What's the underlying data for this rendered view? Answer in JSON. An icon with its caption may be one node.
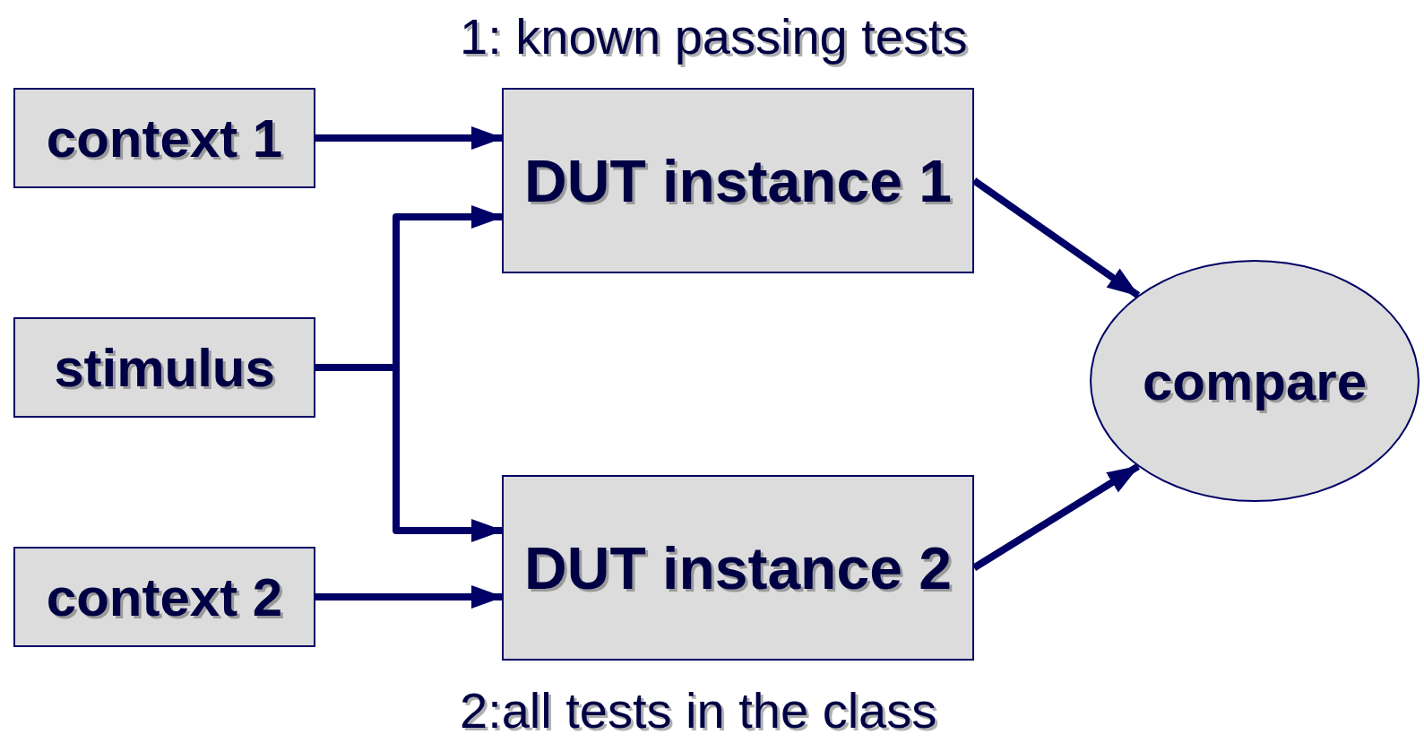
{
  "diagram": {
    "nodes": [
      {
        "text": [
          "context 1"
        ]
      },
      {
        "text": [
          "stimulus"
        ]
      },
      {
        "text": [
          "context 2"
        ]
      },
      {
        "text": [
          "DUT instance 1"
        ],
        "beside": [
          "1: known passing tests"
        ]
      },
      {
        "text": [
          "DUT instance 2"
        ],
        "beside": [
          "2:all tests in the class"
        ]
      },
      {
        "text": [
          "compare"
        ]
      }
    ],
    "edges": [
      {
        "from": 0,
        "to": 3,
        "arrow": "to"
      },
      {
        "from": 1,
        "to": 3,
        "arrow": "to"
      },
      {
        "from": 1,
        "to": 4,
        "arrow": "to"
      },
      {
        "from": 2,
        "to": 4,
        "arrow": "to"
      },
      {
        "from": 3,
        "to": 5,
        "arrow": "to"
      },
      {
        "from": 4,
        "to": 5,
        "arrow": "to"
      }
    ]
  }
}
